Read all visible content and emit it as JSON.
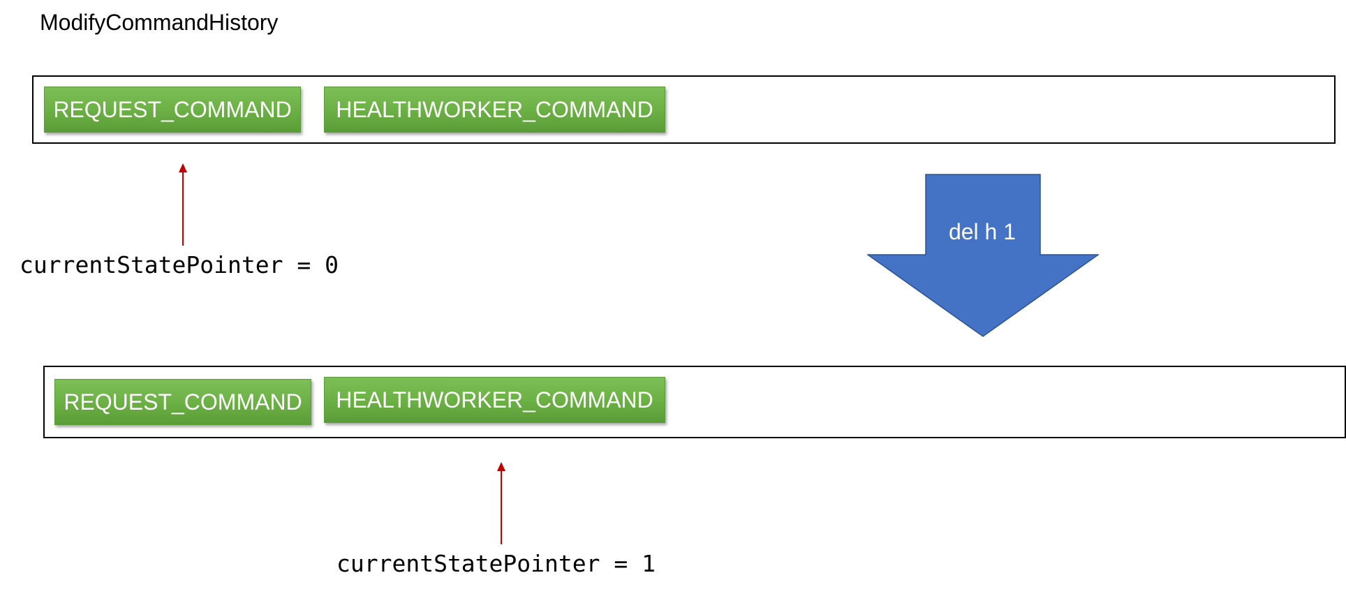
{
  "title": "ModifyCommandHistory",
  "before": {
    "commands": [
      "REQUEST_COMMAND",
      "HEALTHWORKER_COMMAND"
    ],
    "pointer_label": "currentStatePointer = 0"
  },
  "action": {
    "label": "del h 1"
  },
  "after": {
    "commands": [
      "REQUEST_COMMAND",
      "HEALTHWORKER_COMMAND"
    ],
    "pointer_label": "currentStatePointer = 1"
  },
  "colors": {
    "command_fill": "#70ad47",
    "action_arrow_fill": "#4472c4",
    "pointer_arrow": "#c00000"
  },
  "icons": {
    "pointer": "arrow-up-icon",
    "action": "arrow-down-icon"
  }
}
